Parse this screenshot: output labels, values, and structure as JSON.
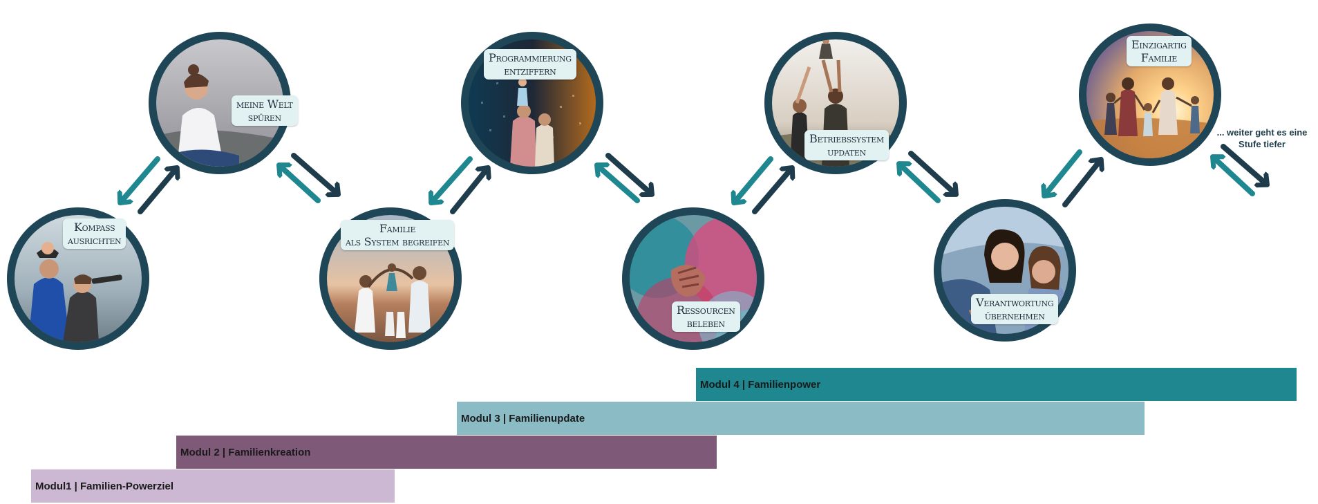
{
  "steps": [
    {
      "label": "Kompass\nausrichten",
      "image": "family-with-telescope-photo"
    },
    {
      "label": "meine Welt\nspüren",
      "image": "meditating-woman-photo"
    },
    {
      "label": "Familie\nals System begreifen",
      "image": "family-holding-hands-sunset-photo"
    },
    {
      "label": "Programmierung\nentziffern",
      "image": "family-before-code-wall-photo"
    },
    {
      "label": "Ressourcen\nbeleben",
      "image": "colorful-powder-hands-photo"
    },
    {
      "label": "Betriebssystem\nupdaten",
      "image": "parents-lifting-child-photo"
    },
    {
      "label": "Verantwortung\nübernehmen",
      "image": "mother-and-child-photo"
    },
    {
      "label": "Einzigartig\nFamilie",
      "image": "family-running-sunset-photo"
    }
  ],
  "continuation_note": "... weiter geht es eine\nStufe tiefer",
  "modules": [
    {
      "label": "Modul 4 | Familienpower",
      "color": "#1e8790"
    },
    {
      "label": "Modul 3 | Familienupdate",
      "color": "#8bbcc6"
    },
    {
      "label": "Modul 2 | Familienkreation",
      "color": "#7e5978"
    },
    {
      "label": "Modul1 | Familien-Powerziel",
      "color": "#ccb8d3"
    }
  ],
  "colors": {
    "circle_ring": "#1e4656",
    "arrow_teal": "#1e8790",
    "arrow_dark": "#1e3c4b",
    "label_bg": "#e2f1f2"
  }
}
